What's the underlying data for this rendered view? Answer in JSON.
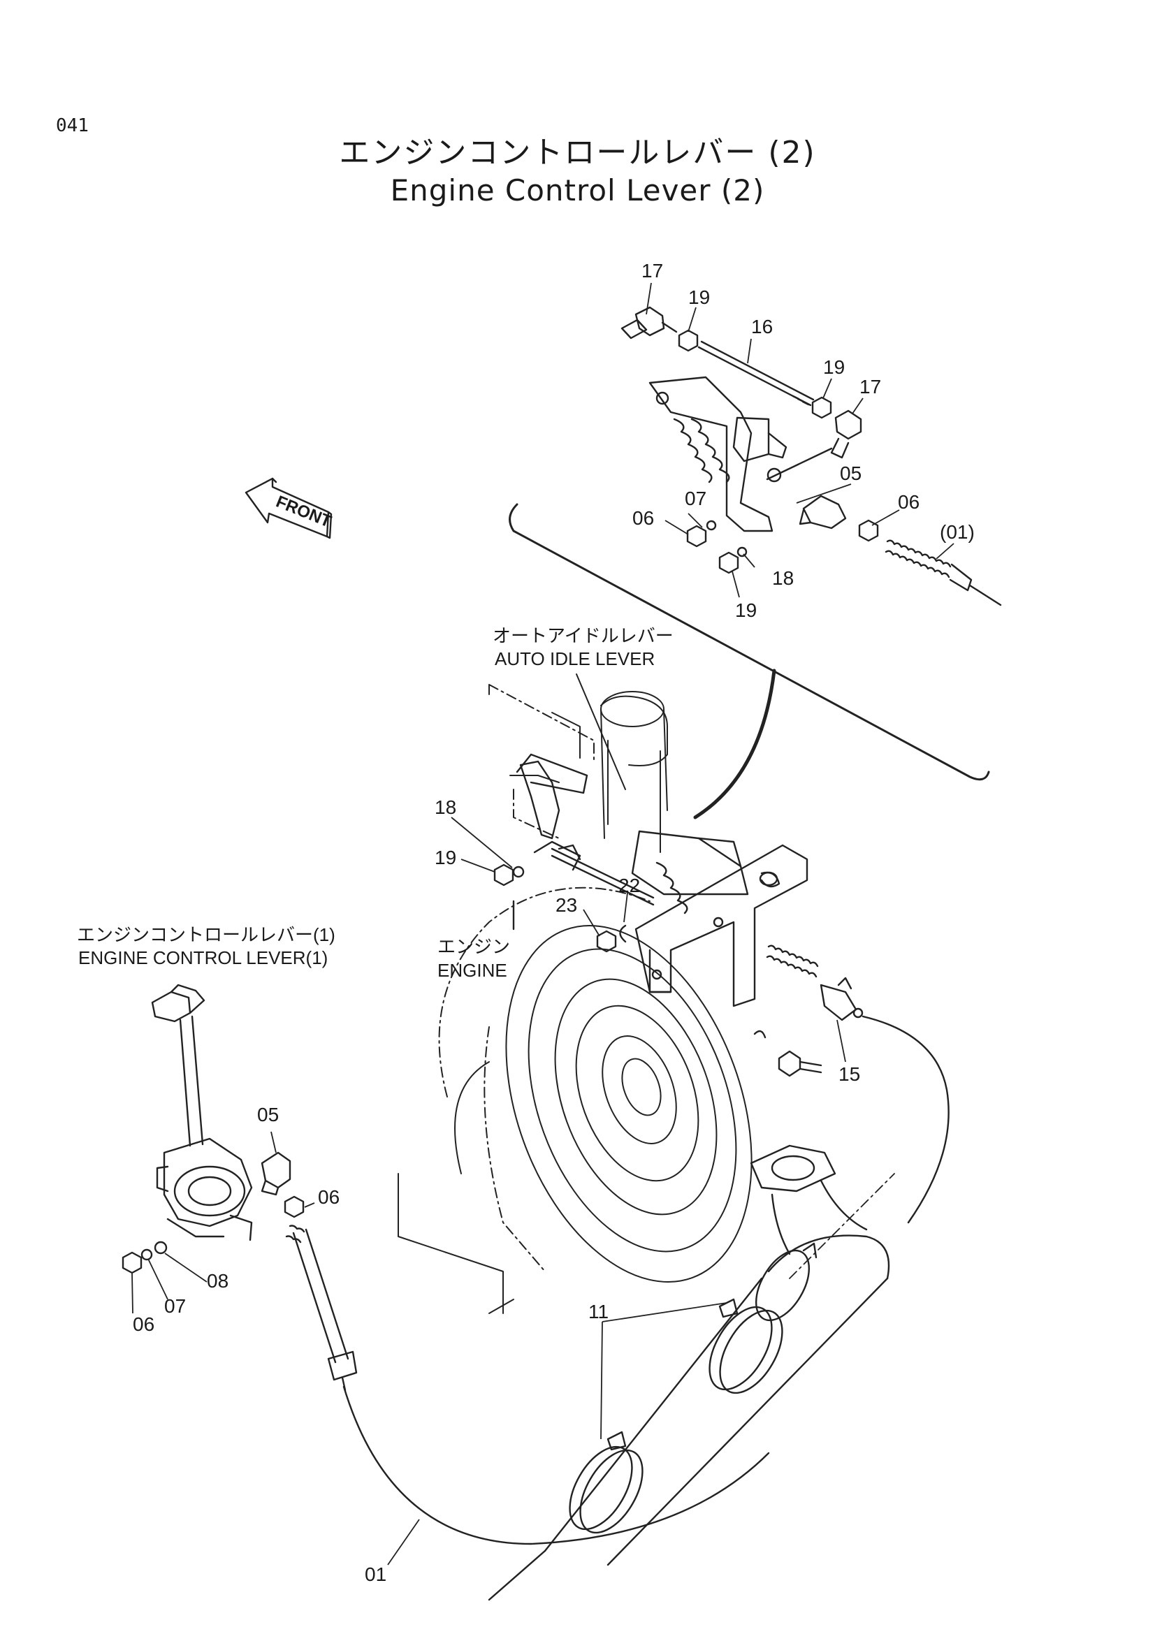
{
  "page": {
    "number": "041",
    "title_jp": "エンジンコントロールレバー (2)",
    "title_en": "Engine Control Lever (2)"
  },
  "arrow": {
    "label": "FRONT"
  },
  "labels": {
    "auto_idle_jp": "オートアイドルレバー",
    "auto_idle_en": "AUTO IDLE LEVER",
    "engine_jp": "エンジン",
    "engine_en": "ENGINE",
    "ecl1_jp": "エンジンコントロールレバー(1)",
    "ecl1_en": "ENGINE CONTROL LEVER(1)"
  },
  "callouts": {
    "c17a": "17",
    "c19a": "19",
    "c16": "16",
    "c19b": "19",
    "c17b": "17",
    "c05a": "05",
    "c07a": "07",
    "c06a": "06",
    "c06b": "06",
    "c01a": "(01)",
    "c18a": "18",
    "c19c": "19",
    "c18b": "18",
    "c19d": "19",
    "c22": "22",
    "c23": "23",
    "c15": "15",
    "c05b": "05",
    "c06c": "06",
    "c08": "08",
    "c07b": "07",
    "c06d": "06",
    "c11": "11",
    "c01b": "01"
  }
}
